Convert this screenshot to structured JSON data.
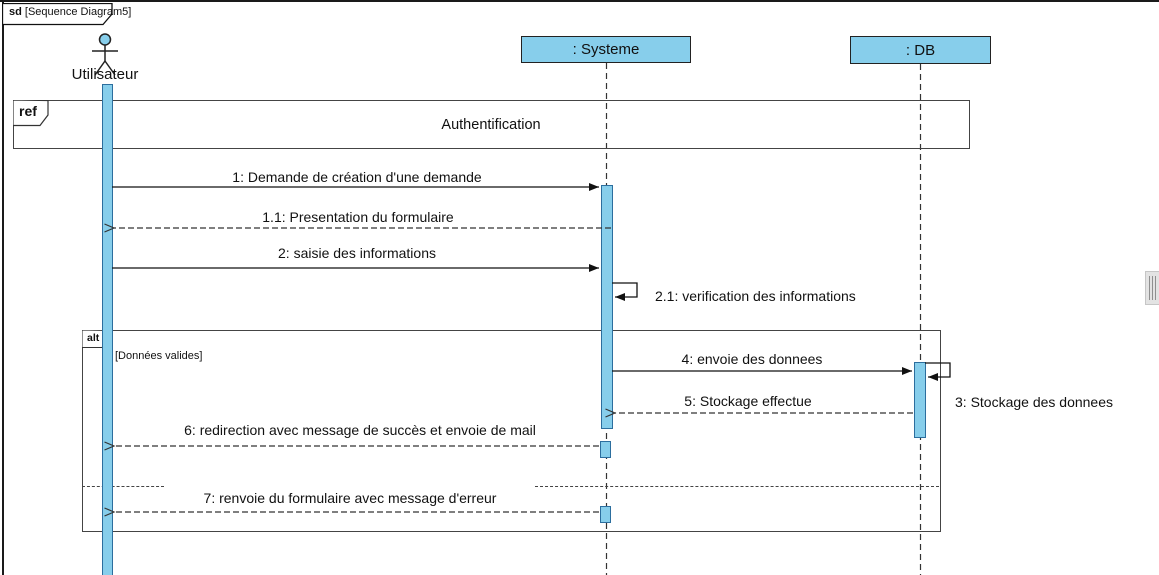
{
  "frame": {
    "keyword": "sd",
    "title": "[Sequence Diagram5]"
  },
  "actor": {
    "label": "Utilisateur"
  },
  "lifelines": [
    {
      "label": ": Systeme"
    },
    {
      "label": ": DB"
    }
  ],
  "fragments": {
    "ref": {
      "operator": "ref",
      "label": "Authentification"
    },
    "alt": {
      "operator": "alt",
      "guard": "[Données valides]"
    }
  },
  "messages": [
    {
      "label": "1: Demande de création d'une demande",
      "kind": "sync"
    },
    {
      "label": "1.1: Presentation du formulaire",
      "kind": "return"
    },
    {
      "label": "2: saisie des informations",
      "kind": "sync"
    },
    {
      "label": "2.1: verification des informations",
      "kind": "self"
    },
    {
      "label": "4: envoie des donnees",
      "kind": "sync"
    },
    {
      "label": "5: Stockage effectue",
      "kind": "return"
    },
    {
      "label": "3: Stockage des donnees",
      "kind": "self"
    },
    {
      "label": "6: redirection avec message de succès et envoie de mail",
      "kind": "return"
    },
    {
      "label": "7: renvoie du formulaire avec message d'erreur",
      "kind": "return"
    }
  ],
  "colors": {
    "element_fill": "#87CEEB",
    "element_border": "#222222",
    "line_color": "#111111",
    "background": "#ffffff"
  }
}
